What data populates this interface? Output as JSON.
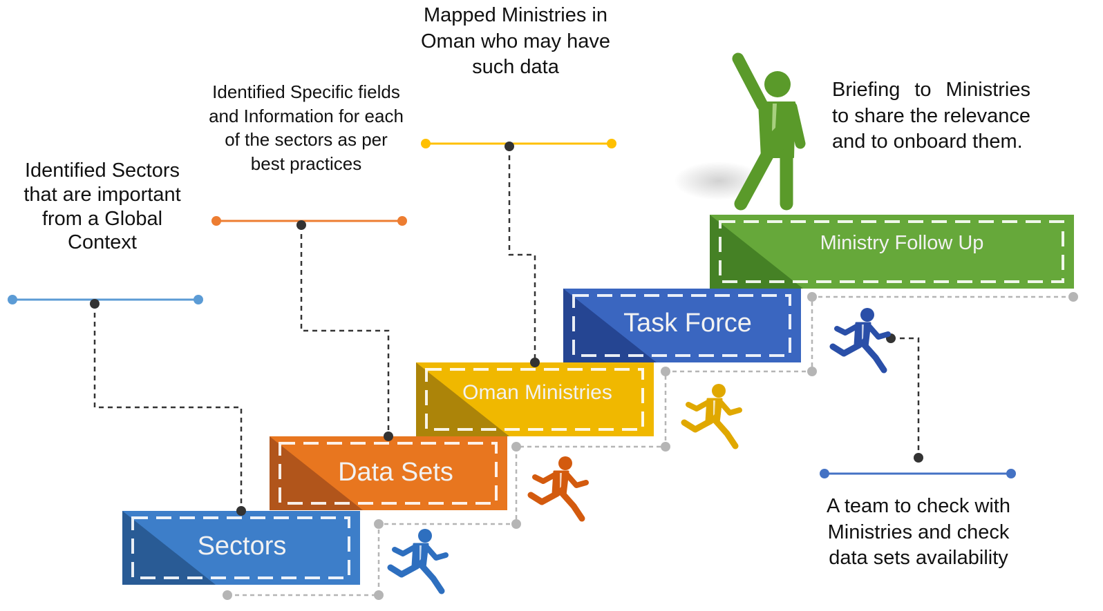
{
  "steps": [
    {
      "label": "Sectors",
      "color": "#3d7ec9",
      "dark": "#26558c"
    },
    {
      "label": "Data Sets",
      "color": "#e8761f",
      "dark": "#a7501b"
    },
    {
      "label": "Oman Ministries",
      "color": "#f0b800",
      "dark": "#a07a0a"
    },
    {
      "label": "Task Force",
      "color": "#3a66c0",
      "dark": "#22408a"
    },
    {
      "label": "Ministry Follow Up",
      "color": "#66a83a",
      "dark": "#3f7a22"
    }
  ],
  "notes": {
    "sectors": "Identified Sectors that are important from a Global Context",
    "data_sets": "Identified Specific fields and Information for each of the sectors as per best practices",
    "ministries": "Mapped Ministries in Oman who may have such data",
    "task_force": "A team to check with Ministries and check data sets availability",
    "follow_up": "Briefing to Ministries to share the relevance and to onboard them."
  },
  "colors": {
    "blue_line": "#5b9bd5",
    "orange_line": "#ed7d31",
    "yellow_line": "#ffc000",
    "navy_line": "#4472c4",
    "connector": "#333333",
    "gray_dots": "#b0b0b0",
    "runner_blue": "#2e6fbf",
    "runner_orange": "#d35a0e",
    "runner_yellow": "#e0a800",
    "runner_navy": "#2a4fa8",
    "winner_green": "#5a9a2a"
  }
}
